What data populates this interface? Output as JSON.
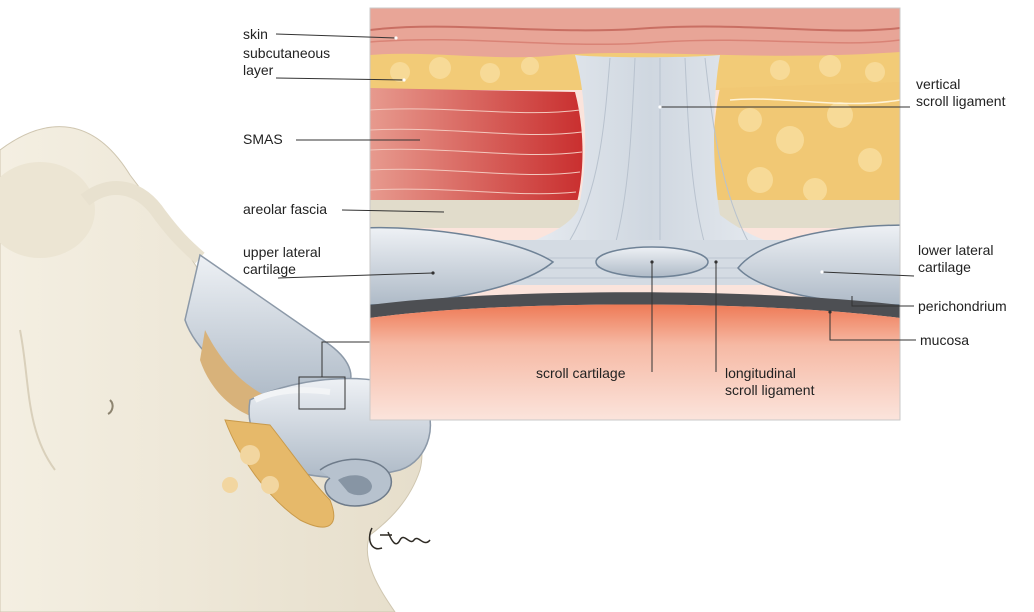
{
  "labels": {
    "skin": "skin",
    "subcutaneous_line1": "subcutaneous",
    "subcutaneous_line2": "layer",
    "smas": "SMAS",
    "areolar_fascia": "areolar fascia",
    "upper_lateral_line1": "upper lateral",
    "upper_lateral_line2": "cartilage",
    "vertical_line1": "vertical",
    "vertical_line2": "scroll ligament",
    "lower_lateral_line1": "lower lateral",
    "lower_lateral_line2": "cartilage",
    "perichondrium": "perichondrium",
    "mucosa": "mucosa",
    "scroll_cartilage": "scroll cartilage",
    "longitudinal_line1": "longitudinal",
    "longitudinal_line2": "scroll ligament"
  },
  "signature": "Frankus",
  "colors": {
    "skin": "#e59f92",
    "fat": "#f1c874",
    "smas": "#cf3a3a",
    "ligament": "#dde3ea",
    "cartilage": "#c8d2dc",
    "perichondrium": "#4d4f53",
    "mucosa": "#ea6a48",
    "face": "#efe9d8"
  }
}
